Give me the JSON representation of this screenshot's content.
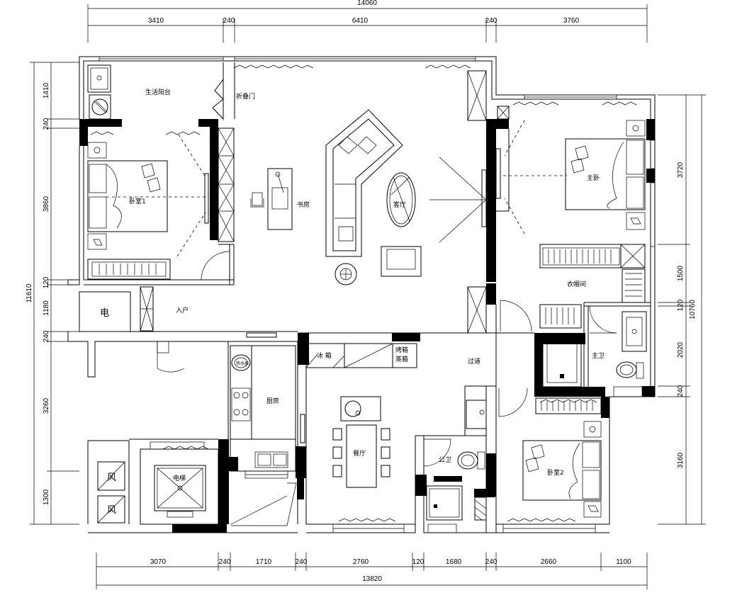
{
  "dimensions": {
    "top_total": "14060",
    "top": [
      "3410",
      "240",
      "6410",
      "240",
      "3760"
    ],
    "bottom_total": "13820",
    "bottom": [
      "3070",
      "240",
      "1710",
      "240",
      "2760",
      "120",
      "1680",
      "240",
      "2660",
      "1100"
    ],
    "left_total": "11610",
    "left": [
      "1410",
      "240",
      "3860",
      "120",
      "1180",
      "240",
      "3260",
      "1300"
    ],
    "right_total": "10760",
    "right": [
      "3720",
      "1500",
      "120",
      "2020",
      "240",
      "3160"
    ]
  },
  "rooms": {
    "balcony": "生活阳台",
    "folding_door": "折叠门",
    "bedroom1": "卧室1",
    "study": "书房",
    "living": "客厅",
    "master": "主卧",
    "closet": "衣帽间",
    "entry": "入户",
    "electric": "电",
    "hallway": "过道",
    "fridge": "冰 箱",
    "cabinet_a": "烤箱",
    "cabinet_b": "蒸箱",
    "kitchen": "厨房",
    "boiler": "热水器",
    "dining": "餐厅",
    "public_bath": "公卫",
    "master_bath": "主卫",
    "bedroom2": "卧室2",
    "elevator": "电梯",
    "shaft1": "风",
    "shaft2": "风"
  }
}
